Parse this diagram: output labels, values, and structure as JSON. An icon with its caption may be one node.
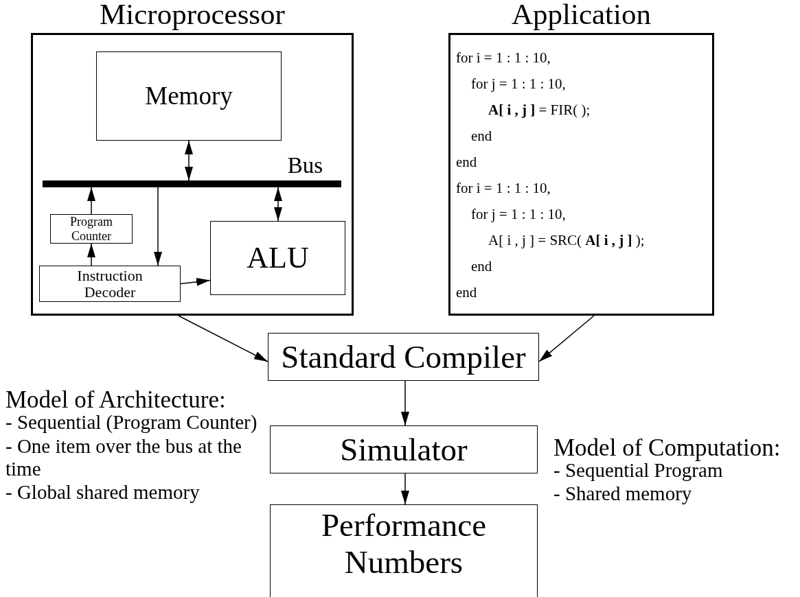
{
  "diagram": {
    "nodes": [
      {
        "text": [
          "Microprocessor"
        ]
      },
      {
        "text": [
          "Memory"
        ],
        "in": 0
      },
      {
        "text": [
          "Bus"
        ],
        "in": 0
      },
      {
        "text": [
          "Program Counter"
        ],
        "in": 0
      },
      {
        "text": [
          "ALU"
        ],
        "in": 0
      },
      {
        "text": [
          "Instruction Decoder"
        ],
        "in": 0
      },
      {
        "text": [
          "Application",
          "for i = 1 : 1 : 10,",
          "for j = 1 : 1 : 10,",
          "**A[ i , j ]** = FIR( );",
          "end",
          "end",
          "for i = 1 : 1 : 10,",
          "for j = 1 : 1 : 10,",
          "A[ i , j ] = SRC( **A[ i , j ]** );",
          "end",
          "end"
        ]
      },
      {
        "text": [
          "Standard Compiler"
        ]
      },
      {
        "text": [
          "Simulator"
        ]
      },
      {
        "text": [
          "Performance Numbers"
        ]
      }
    ],
    "edges": [
      {
        "from": 1,
        "to": 2,
        "arrow": "both"
      },
      {
        "from": 2,
        "to": 4,
        "arrow": "both"
      },
      {
        "from": 3,
        "to": 2,
        "arrow": "to"
      },
      {
        "from": 2,
        "to": 5,
        "arrow": "to"
      },
      {
        "from": 5,
        "to": 3,
        "arrow": "to"
      },
      {
        "from": 5,
        "to": 4,
        "arrow": "to"
      },
      {
        "from": 0,
        "to": 7,
        "arrow": "to"
      },
      {
        "from": 6,
        "to": 7,
        "arrow": "to"
      },
      {
        "from": 7,
        "to": 8,
        "arrow": "to"
      },
      {
        "from": 8,
        "to": 9,
        "arrow": "to"
      }
    ],
    "labels": [
      "Model of Architecture:",
      "- Sequential (Program Counter)",
      "- One item over the bus at the time",
      "- Global shared memory",
      "Model of Computation:",
      "- Sequential Program",
      "- Shared memory"
    ]
  }
}
